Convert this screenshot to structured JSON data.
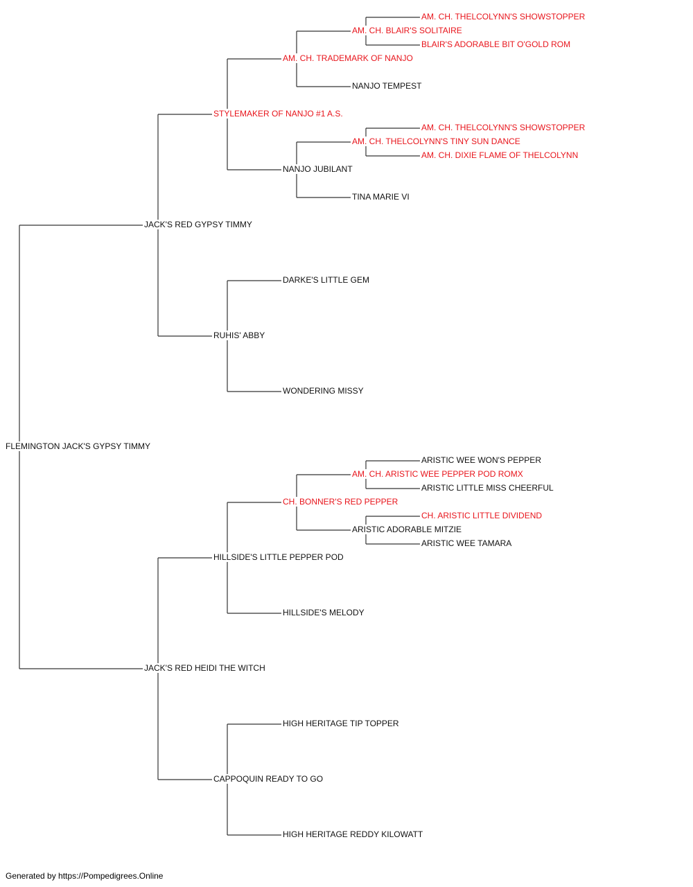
{
  "colors": {
    "champion": "#e8141b",
    "regular": "#111111",
    "line": "#333333"
  },
  "dogs": [
    {
      "id": "root",
      "name": "FLEMINGTON JACK'S GYPSY TIMMY",
      "champion": false,
      "sire": "s",
      "dam": "d"
    },
    {
      "id": "s",
      "name": "JACK'S RED GYPSY TIMMY",
      "champion": false,
      "sire": "ss",
      "dam": "sd"
    },
    {
      "id": "d",
      "name": "JACK'S RED HEIDI THE WITCH",
      "champion": false,
      "sire": "ds",
      "dam": "dd"
    },
    {
      "id": "ss",
      "name": "STYLEMAKER OF NANJO #1 A.S.",
      "champion": true,
      "sire": "sss",
      "dam": "ssd"
    },
    {
      "id": "sd",
      "name": "RUHIS' ABBY",
      "champion": false,
      "sire": "sds",
      "dam": "sdd"
    },
    {
      "id": "ds",
      "name": "HILLSIDE'S LITTLE PEPPER POD",
      "champion": false,
      "sire": "dss",
      "dam": "dsd"
    },
    {
      "id": "dd",
      "name": "CAPPOQUIN READY TO GO",
      "champion": false,
      "sire": "dds",
      "dam": "ddd"
    },
    {
      "id": "sss",
      "name": "AM. CH. TRADEMARK OF NANJO",
      "champion": true,
      "sire": "ssss",
      "dam": "sssd"
    },
    {
      "id": "ssd",
      "name": "NANJO JUBILANT",
      "champion": false,
      "sire": "ssds",
      "dam": "ssdd"
    },
    {
      "id": "sds",
      "name": "DARKE'S LITTLE GEM",
      "champion": false
    },
    {
      "id": "sdd",
      "name": "WONDERING MISSY",
      "champion": false
    },
    {
      "id": "dss",
      "name": "CH. BONNER'S RED PEPPER",
      "champion": true,
      "sire": "dsss",
      "dam": "dssd"
    },
    {
      "id": "dsd",
      "name": "HILLSIDE'S MELODY",
      "champion": false
    },
    {
      "id": "dds",
      "name": "HIGH HERITAGE TIP TOPPER",
      "champion": false
    },
    {
      "id": "ddd",
      "name": "HIGH HERITAGE REDDY KILOWATT",
      "champion": false
    },
    {
      "id": "ssss",
      "name": "AM. CH. BLAIR'S SOLITAIRE",
      "champion": true,
      "sire": "sssss",
      "dam": "ssssd"
    },
    {
      "id": "sssd",
      "name": "NANJO TEMPEST",
      "champion": false
    },
    {
      "id": "ssds",
      "name": "AM. CH. THELCOLYNN'S TINY SUN DANCE",
      "champion": true,
      "sire": "ssdss",
      "dam": "ssdsd"
    },
    {
      "id": "ssdd",
      "name": "TINA MARIE VI",
      "champion": false
    },
    {
      "id": "dsss",
      "name": "AM. CH. ARISTIC WEE PEPPER POD ROMX",
      "champion": true,
      "sire": "dssss",
      "dam": "dsssd"
    },
    {
      "id": "dssd",
      "name": "ARISTIC ADORABLE MITZIE",
      "champion": false,
      "sire": "dssds",
      "dam": "dssdd"
    },
    {
      "id": "sssss",
      "name": "AM. CH. THELCOLYNN'S SHOWSTOPPER",
      "champion": true
    },
    {
      "id": "ssssd",
      "name": "BLAIR'S ADORABLE BIT O'GOLD ROM",
      "champion": true
    },
    {
      "id": "ssdss",
      "name": "AM. CH. THELCOLYNN'S SHOWSTOPPER",
      "champion": true
    },
    {
      "id": "ssdsd",
      "name": "AM. CH. DIXIE FLAME OF THELCOLYNN",
      "champion": true
    },
    {
      "id": "dssss",
      "name": "ARISTIC WEE WON'S PEPPER",
      "champion": false
    },
    {
      "id": "dsssd",
      "name": "ARISTIC LITTLE MISS CHEERFUL",
      "champion": false
    },
    {
      "id": "dssds",
      "name": "CH. ARISTIC LITTLE DIVIDEND",
      "champion": true
    },
    {
      "id": "dssdd",
      "name": "ARISTIC WEE TAMARA",
      "champion": false
    }
  ],
  "footer": "Generated by https://Pompedigrees.Online"
}
